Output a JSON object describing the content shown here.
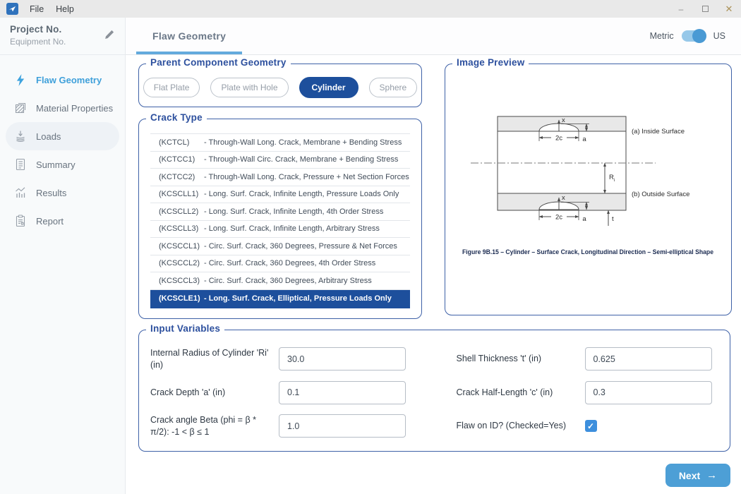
{
  "window": {
    "menus": [
      "File",
      "Help"
    ],
    "controls": [
      "minimize",
      "maximize",
      "close"
    ]
  },
  "sidebar": {
    "project_label": "Project No.",
    "equipment_label": "Equipment No.",
    "items": [
      {
        "id": "flaw-geometry",
        "label": "Flaw Geometry",
        "icon": "lightning-icon",
        "active": true,
        "soft": false
      },
      {
        "id": "material-properties",
        "label": "Material Properties",
        "icon": "material-icon",
        "active": false,
        "soft": false
      },
      {
        "id": "loads",
        "label": "Loads",
        "icon": "loads-icon",
        "active": false,
        "soft": true
      },
      {
        "id": "summary",
        "label": "Summary",
        "icon": "summary-icon",
        "active": false,
        "soft": false
      },
      {
        "id": "results",
        "label": "Results",
        "icon": "results-icon",
        "active": false,
        "soft": false
      },
      {
        "id": "report",
        "label": "Report",
        "icon": "report-icon",
        "active": false,
        "soft": false
      }
    ]
  },
  "header": {
    "tab_label": "Flaw Geometry",
    "unit_metric": "Metric",
    "unit_us": "US",
    "selected_unit": "US"
  },
  "parent_geometry": {
    "legend": "Parent Component Geometry",
    "options": [
      {
        "label": "Flat Plate",
        "selected": false
      },
      {
        "label": "Plate with Hole",
        "selected": false
      },
      {
        "label": "Cylinder",
        "selected": true
      },
      {
        "label": "Sphere",
        "selected": false
      }
    ]
  },
  "crack_type": {
    "legend": "Crack Type",
    "selected_index": 9,
    "items": [
      {
        "code": "(KCTCL)",
        "desc": "- Through-Wall Long. Crack, Membrane + Bending Stress"
      },
      {
        "code": "(KCTCC1)",
        "desc": "- Through-Wall Circ. Crack, Membrane + Bending Stress"
      },
      {
        "code": "(KCTCC2)",
        "desc": "- Through-Wall Long. Crack, Pressure + Net Section Forces"
      },
      {
        "code": "(KCSCLL1)",
        "desc": "- Long. Surf. Crack, Infinite Length, Pressure Loads Only"
      },
      {
        "code": "(KCSCLL2)",
        "desc": "- Long. Surf. Crack, Infinite Length, 4th Order Stress"
      },
      {
        "code": "(KCSCLL3)",
        "desc": "- Long. Surf. Crack, Infinite Length, Arbitrary Stress"
      },
      {
        "code": "(KCSCCL1)",
        "desc": "- Circ. Surf. Crack, 360 Degrees, Pressure & Net Forces"
      },
      {
        "code": "(KCSCCL2)",
        "desc": "- Circ. Surf. Crack, 360 Degrees, 4th Order Stress"
      },
      {
        "code": "(KCSCCL3)",
        "desc": "- Circ. Surf. Crack, 360 Degrees, Arbitrary Stress"
      },
      {
        "code": "(KCSCLE1)",
        "desc": "- Long. Surf. Crack, Elliptical, Pressure Loads Only"
      }
    ]
  },
  "image_preview": {
    "legend": "Image Preview",
    "caption": "Figure 9B.15 – Cylinder – Surface Crack, Longitudinal Direction – Semi-elliptical Shape",
    "diagram": {
      "label_inside": "(a) Inside Surface",
      "label_outside": "(b) Outside Surface",
      "dim_x": "x",
      "dim_2c": "2c",
      "dim_a": "a",
      "dim_t": "t",
      "dim_r": "R",
      "dim_r_sub": "i"
    }
  },
  "input_variables": {
    "legend": "Input Variables",
    "left": [
      {
        "label": "Internal Radius of Cylinder 'Ri' (in)",
        "value": "30.0",
        "type": "text"
      },
      {
        "label": "Crack Depth 'a' (in)",
        "value": "0.1",
        "type": "text"
      },
      {
        "label": "Crack angle Beta (phi = β * π/2): -1 < β ≤ 1",
        "value": "1.0",
        "type": "text"
      }
    ],
    "right": [
      {
        "label": "Shell Thickness 't' (in)",
        "value": "0.625",
        "type": "text"
      },
      {
        "label": "Crack Half-Length 'c' (in)",
        "value": "0.3",
        "type": "text"
      },
      {
        "label": "Flaw on ID? (Checked=Yes)",
        "checked": true,
        "type": "checkbox"
      }
    ]
  },
  "footer": {
    "next_label": "Next",
    "next_icon": "→"
  },
  "colors": {
    "selected_blue": "#1d4f9c",
    "accent_blue": "#4a9ad4",
    "fieldset_border": "#3e61a7",
    "active_nav": "#3fa0da"
  }
}
